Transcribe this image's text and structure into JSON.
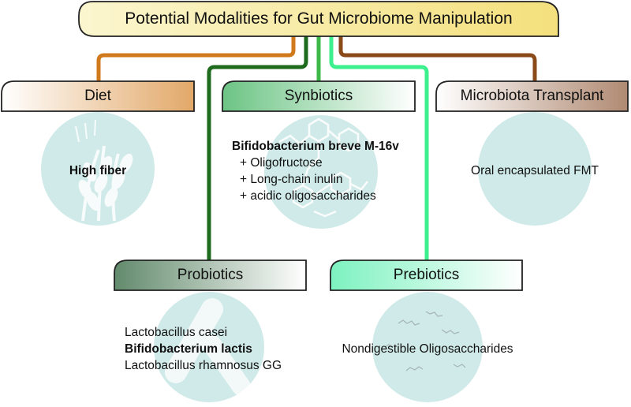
{
  "title": "Potential Modalities for Gut Microbiome Manipulation",
  "colors": {
    "diet_line": "#d07a1c",
    "transplant_line": "#8a4a1a",
    "probiotics_line": "#1e6b1e",
    "synbiotics_line": "#3fb84a",
    "prebiotics_line": "#3cf08e",
    "circle_fill": "#cfeae8"
  },
  "categories": {
    "diet": {
      "label": "Diet",
      "icon": "wheat-icon",
      "items": [
        "High fiber"
      ]
    },
    "synbiotics": {
      "label": "Synbiotics",
      "icon": "molecule-icon",
      "heading": "Bifidobacterium breve M-16v",
      "items": [
        "+ Oligofructose",
        "+ Long-chain inulin",
        "+ acidic oligosaccharides"
      ]
    },
    "transplant": {
      "label": "Microbiota Transplant",
      "items": [
        "Oral encapsulated FMT"
      ]
    },
    "probiotics": {
      "label": "Probiotics",
      "icon": "bacteria-icon",
      "items": [
        "Lactobacillus casei",
        "Bifidobacterium lactis",
        "Lactobacillus rhamnosus GG"
      ]
    },
    "prebiotics": {
      "label": "Prebiotics",
      "icon": "oligosaccharide-chains-icon",
      "items": [
        "Nondigestible Oligosaccharides"
      ]
    }
  }
}
